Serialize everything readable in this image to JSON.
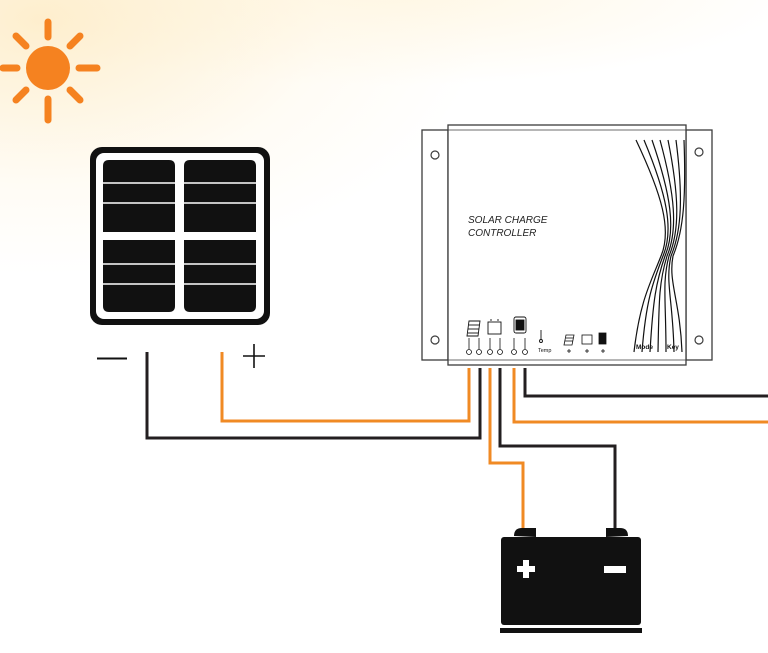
{
  "controller": {
    "title_line1": "SOLAR CHARGE",
    "title_line2": "CONTROLLER",
    "temp_label": "Temp",
    "mode_label": "Mode",
    "key_label": "Key"
  },
  "panel": {
    "negative_symbol": "—",
    "positive_symbol": "+"
  },
  "battery": {
    "positive_symbol": "+",
    "negative_symbol": "−"
  },
  "colors": {
    "sun": "#f58220",
    "positive_wire": "#f08a24",
    "negative_wire": "#231f20",
    "panel_fill": "#111111",
    "controller_border": "#3c3c3c",
    "background_glow": "#fde9be"
  }
}
